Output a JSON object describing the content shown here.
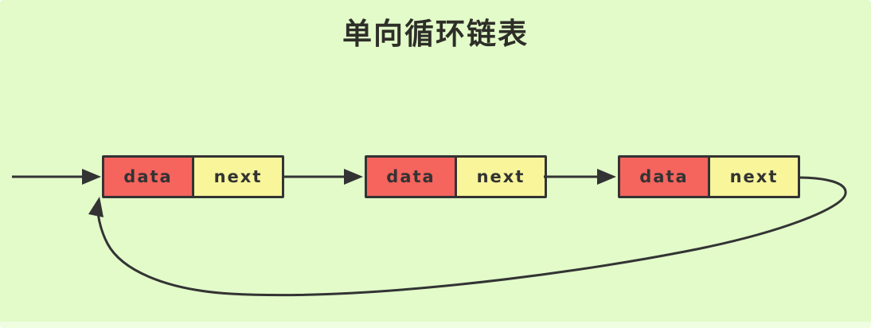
{
  "title": "单向循环链表",
  "nodes": [
    {
      "data_label": "data",
      "next_label": "next"
    },
    {
      "data_label": "data",
      "next_label": "next"
    },
    {
      "data_label": "data",
      "next_label": "next"
    }
  ],
  "arrows": [
    "head-entry-arrow",
    "node1-to-node2-arrow",
    "node2-to-node3-arrow",
    "circular-return-arrow"
  ],
  "colors": {
    "background": "#e2fbc9",
    "data_cell": "#f5645d",
    "next_cell": "#f8f59b",
    "stroke": "#333333",
    "title_text": "#2e2e28",
    "cell_text": "#333333"
  }
}
